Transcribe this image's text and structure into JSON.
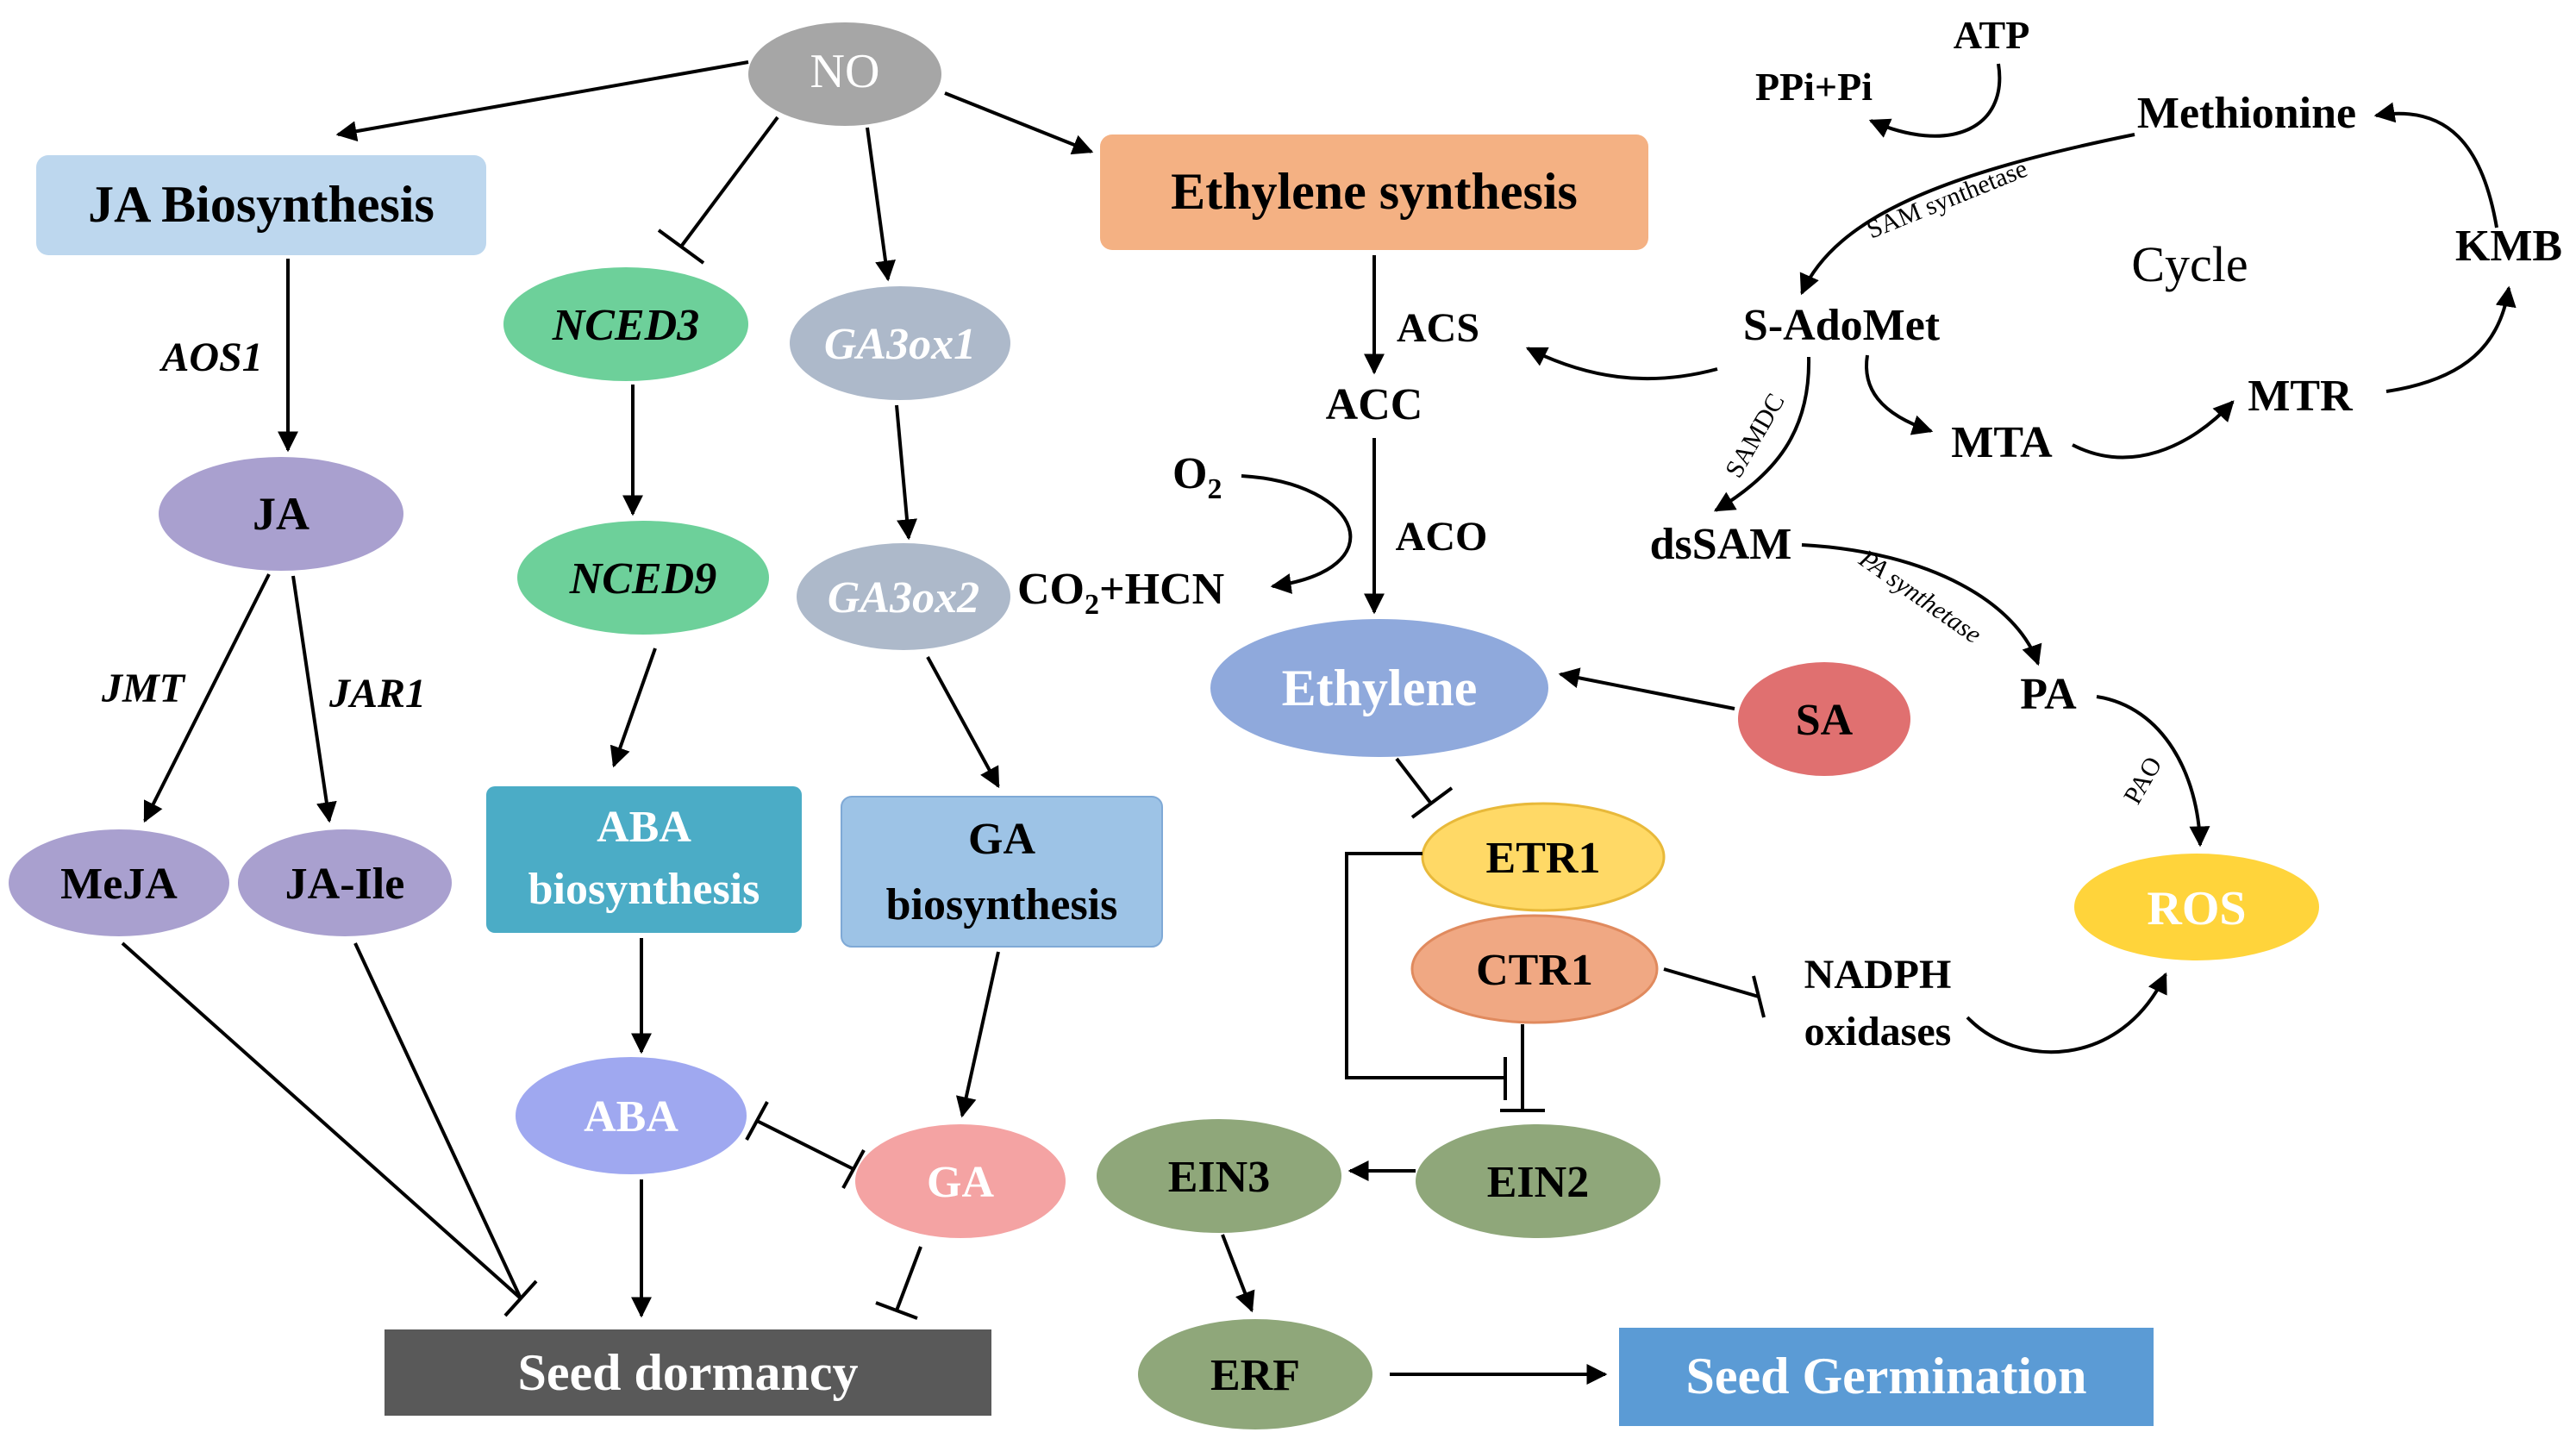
{
  "nodes": {
    "no": "NO",
    "ja_biosynthesis": "JA Biosynthesis",
    "ethylene_synthesis": "Ethylene synthesis",
    "nced3": "NCED3",
    "ga3ox1": "GA3ox1",
    "nced9": "NCED9",
    "ga3ox2": "GA3ox2",
    "ja": "JA",
    "meja": "MeJA",
    "ja_ile": "JA-Ile",
    "aba_biosynthesis_1": "ABA",
    "aba_biosynthesis_2": "biosynthesis",
    "ga_biosynthesis_1": "GA",
    "ga_biosynthesis_2": "biosynthesis",
    "aba": "ABA",
    "ga": "GA",
    "seed_dormancy": "Seed dormancy",
    "acc": "ACC",
    "ethylene": "Ethylene",
    "sa": "SA",
    "etr1": "ETR1",
    "ctr1": "CTR1",
    "ein2": "EIN2",
    "ein3": "EIN3",
    "erf": "ERF",
    "seed_germination": "Seed Germination",
    "nadph_1": "NADPH",
    "nadph_2": "oxidases",
    "ros": "ROS",
    "methionine": "Methionine",
    "s_adomet": "S-AdoMet",
    "mta": "MTA",
    "mtr": "MTR",
    "kmb": "KMB",
    "dssam": "dsSAM",
    "pa": "PA",
    "atp": "ATP",
    "ppi_pi": "PPi+Pi",
    "cycle": "Cycle",
    "o2_base": "O",
    "o2_sub": "2",
    "co2_base": "CO",
    "co2_sub": "2",
    "co2_rest": "+HCN"
  },
  "edge_labels": {
    "aos1": "AOS1",
    "jmt": "JMT",
    "jar1": "JAR1",
    "acs": "ACS",
    "aco": "ACO",
    "sam_synthetase": "SAM synthetase",
    "samdc": "SAMDC",
    "pa_synthetase": "PA synthetase",
    "pao": "PAO"
  },
  "colors": {
    "no": "#a6a6a6",
    "ja_box": "#bdd7ee",
    "eth_box": "#f4b183",
    "nced": "#6dd09a",
    "ga3ox": "#adb9ca",
    "ja_ellipse": "#a9a0cf",
    "aba_box": "#4bacc6",
    "ga_box": "#9dc3e6",
    "aba_ellipse": "#9fa8f0",
    "ga_ellipse": "#f4a3a3",
    "dormancy": "#595959",
    "ethylene": "#8fa9dc",
    "sa": "#e07070",
    "etr1": "#ffd966",
    "ctr1": "#f0a883",
    "ein": "#8fa77a",
    "germination": "#5b9bd5",
    "ros": "#ffd43b"
  }
}
